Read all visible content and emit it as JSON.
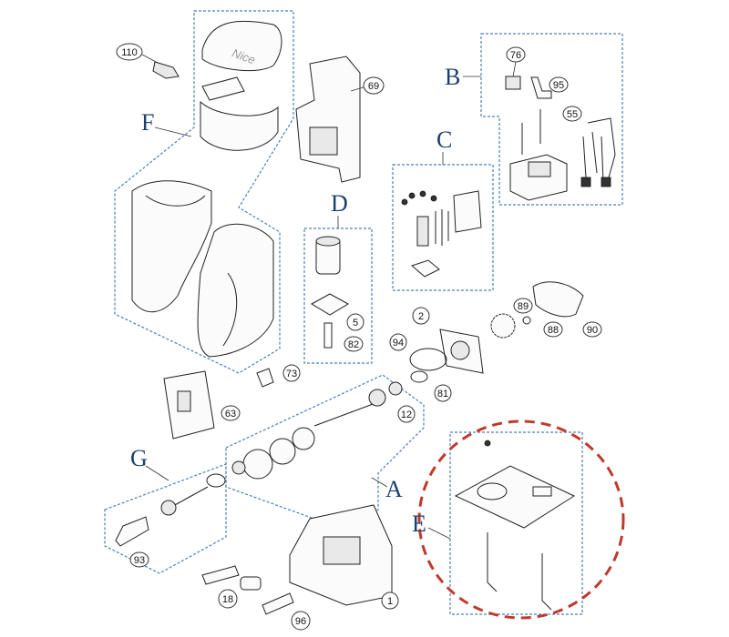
{
  "groups": {
    "a": "A",
    "b": "B",
    "c": "C",
    "d": "D",
    "e": "E",
    "f": "F",
    "g": "G"
  },
  "callouts": {
    "c110": "110",
    "c69": "69",
    "c76": "76",
    "c95": "95",
    "c55": "55",
    "c5": "5",
    "c82": "82",
    "c89": "89",
    "c2": "2",
    "c94": "94",
    "c88": "88",
    "c90": "90",
    "c81": "81",
    "c73": "73",
    "c63": "63",
    "c12": "12",
    "c93": "93",
    "c18": "18",
    "c96": "96",
    "c1": "1"
  },
  "logo_text": "Nice",
  "colors": {
    "group_letter": "#1d3f6e",
    "dashed_box": "#4b7fb8",
    "highlight": "#c0392b"
  }
}
